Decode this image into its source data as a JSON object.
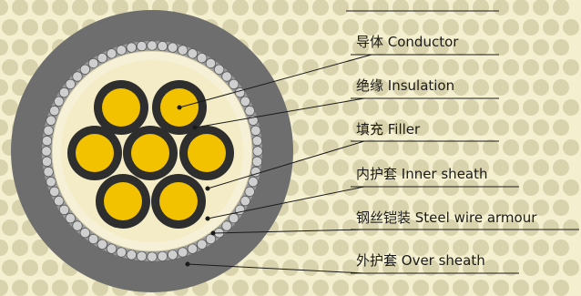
{
  "labels": [
    {
      "id": "conductor",
      "text": "导体 Conductor"
    },
    {
      "id": "insulation",
      "text": "绝缘 Insulation"
    },
    {
      "id": "filler",
      "text": "填充 Filler"
    },
    {
      "id": "inner",
      "text": "内护套 Inner sheath"
    },
    {
      "id": "armour",
      "text": "钢丝铠装 Steel wire armour"
    },
    {
      "id": "outer",
      "text": "外护套 Over sheath"
    }
  ],
  "colors": {
    "background": "#f3efcf",
    "dots": "#d9d3ad",
    "over_sheath": "#6e6e6e",
    "armour_wire": "#cfcfcf",
    "inner_sheath": "#f6f1d6",
    "filler": "#f3ecc6",
    "insulation": "#2e2e2e",
    "conductor": "#f2c200",
    "leader_line": "#1a1a1a"
  }
}
